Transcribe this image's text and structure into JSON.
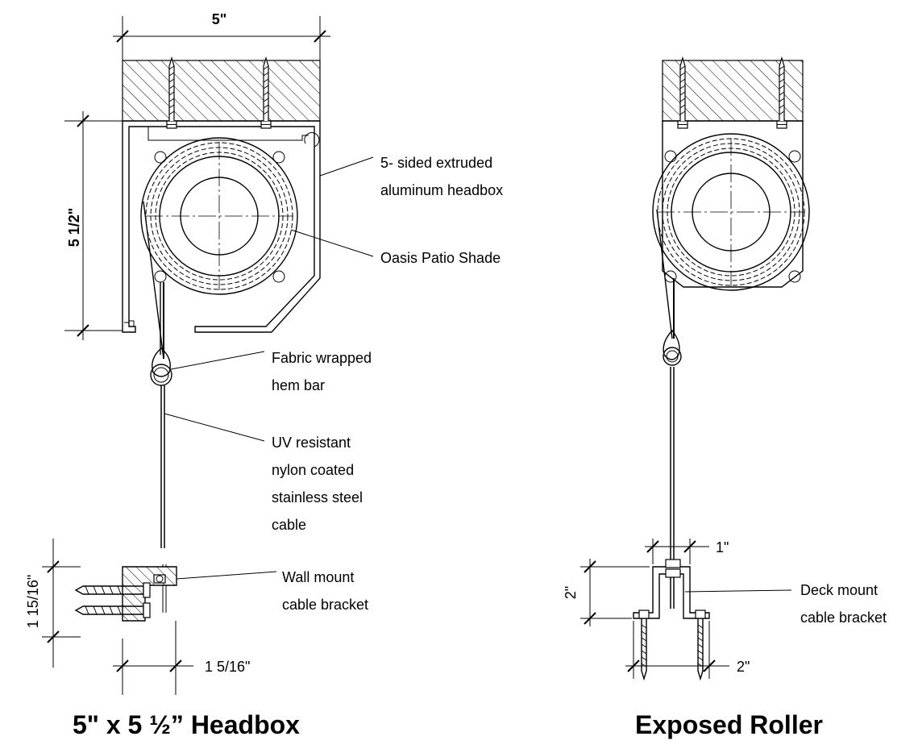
{
  "left_assembly": {
    "title": "5\" x 5 ½” Headbox",
    "dim_width": "5\"",
    "dim_height": "5 1/2\"",
    "dim_bracket_height": "1 15/16\"",
    "dim_bracket_depth": "1 5/16\"",
    "callouts": {
      "headbox": [
        "5- sided extruded",
        "aluminum headbox"
      ],
      "shade": [
        "Oasis Patio Shade"
      ],
      "hem_bar": [
        "Fabric wrapped",
        "hem bar"
      ],
      "cable": [
        "UV resistant",
        "nylon coated",
        "stainless steel",
        "cable"
      ],
      "wall_bracket": [
        "Wall mount",
        "cable bracket"
      ]
    }
  },
  "right_assembly": {
    "title": "Exposed Roller",
    "dim_bracket_top": "1\"",
    "dim_bracket_height": "2\"",
    "dim_bracket_base": "2\"",
    "callouts": {
      "deck_bracket": [
        "Deck mount",
        "cable bracket"
      ]
    }
  }
}
